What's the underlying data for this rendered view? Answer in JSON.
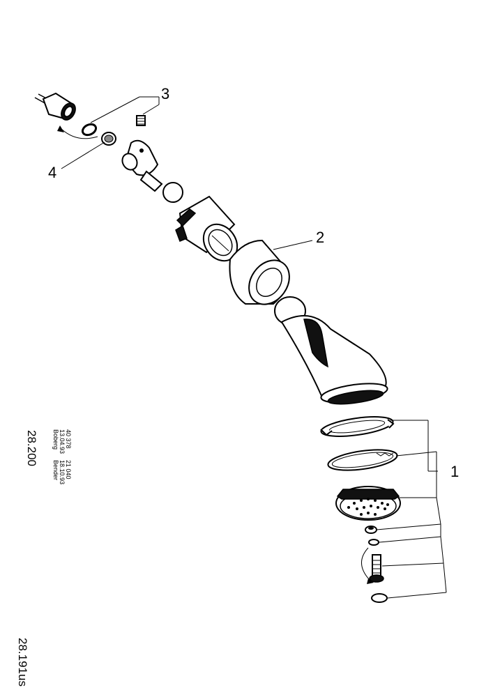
{
  "callouts": {
    "c1": "1",
    "c2": "2",
    "c3": "3",
    "c4": "4"
  },
  "sheet": {
    "model": "28.200",
    "ref_left": "40 378",
    "ref_right": "21 040",
    "date_left": "13.04.93",
    "date_right": "18.10.93",
    "name_left": "Boberg",
    "name_right": "Bender",
    "drawing_no": "28.191us"
  }
}
